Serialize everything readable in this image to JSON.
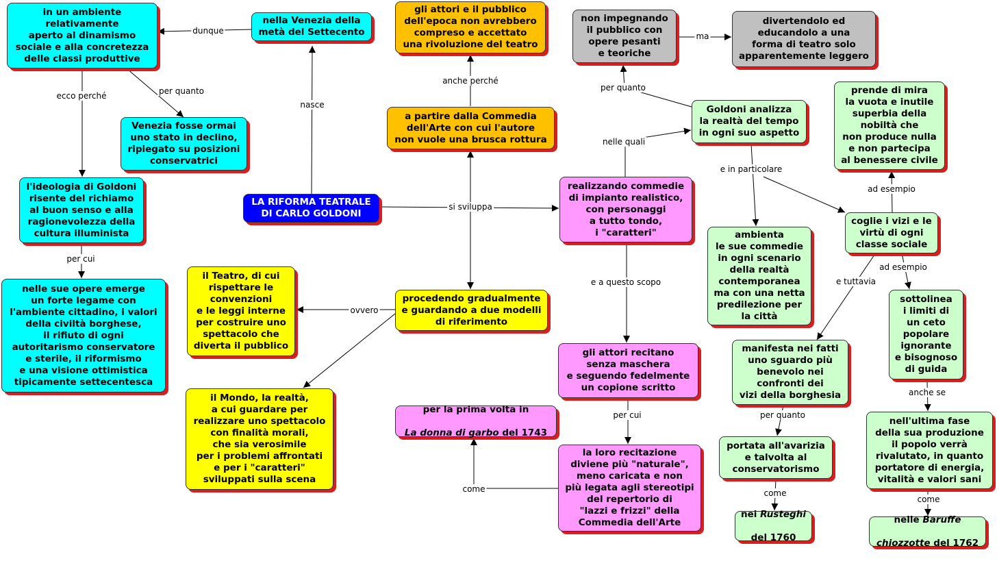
{
  "nodes": {
    "n_ambiente": "in un ambiente\nrelativamente\naperto al dinamismo\nsociale e alla concretezza\ndelle classi produttive",
    "n_venezia_meta": "nella Venezia della\nmetà del Settecento",
    "n_attori_pubblico": "gli attori e il pubblico\ndell'epoca non avrebbero\ncompreso e accettato\nuna rivoluzione del teatro",
    "n_non_impegnando": "non impegnando\nil pubblico con\nopere pesanti\ne teoriche",
    "n_divertendolo": "divertendolo ed\neducandolo a una\nforma di teatro solo\napparentemente leggero",
    "n_venezia_declino": "Venezia fosse ormai\nuno stato in declino,\nripiegato su posizioni\nconservatrici",
    "n_commedia_arte": "a partire dalla Commedia\ndell'Arte con cui l'autore\nnon vuole una brusca rottura",
    "n_goldoni_analizza": "Goldoni analizza\nla realtà del tempo\nin ogni suo aspetto",
    "n_prende_mira": "prende di mira\nla vuota e inutile\nsuperbia della\nnobiltà che\nnon produce nulla\ne non partecipa\nal benessere civile",
    "n_ideologia": "l'ideologia di Goldoni\nrisente del richiamo\nal buon senso e alla\nragionevolezza della\ncultura illuminista",
    "n_riforma": "LA RIFORMA TEATRALE\nDI CARLO GOLDONI",
    "n_realizzando": "realizzando commedie\ndi impianto realistico,\ncon personaggi\na tutto tondo,\ni \"caratteri\"",
    "n_ambienta": "ambienta\nle sue commedie\nin ogni scenario\ndella realtà\ncontemporanea\nma con una netta\npredilezione per\nla città",
    "n_coglie": "coglie i vizi e le\nvirtù di ogni\nclasse sociale",
    "n_nelle_opere": "nelle sue opere emerge\nun forte legame con\nl'ambiente cittadino, i valori\ndella civiltà borghese,\nil rifiuto di ogni\nautoritarismo conservatore\ne sterile, il riformismo\ne una visione ottimistica\ntipicamente settecentesca",
    "n_teatro": "il Teatro, di cui\nrispettare le\nconvenzioni\ne le leggi interne\nper costruire uno\nspettacolo che\ndiverta il pubblico",
    "n_procedendo": "procedendo gradualmente\ne guardando a due modelli\ndi riferimento",
    "n_sottolinea": "sottolinea\ni limiti di\nun ceto\npopolare\nignorante\ne bisognoso\ndi guida",
    "n_attori_recitano": "gli attori recitano\nsenza maschera\ne seguendo fedelmente\nun copione scritto",
    "n_manifesta": "manifesta nei fatti\nuno sguardo più\nbenevolo nei\nconfronti dei\nvizi della borghesia",
    "n_mondo": "il Mondo, la realtà,\na cui guardare per\nrealizzare uno spettacolo\ncon finalità morali,\nche sia verosimile\nper i problemi affrontati\ne per i \"caratteri\"\nsviluppati sulla scena",
    "n_donna_garbo_1": "per la prima volta in",
    "n_donna_garbo_title": "La donna di garbo",
    "n_donna_garbo_2": " del 1743",
    "n_ultima_fase": "nell'ultima fase\ndella sua produzione\nil popolo verrà\nrivalutato, in quanto\nportatore di energia,\nvitalità e valori sani",
    "n_portata": "portata all'avarizia\ne talvolta al\nconservatorismo",
    "n_recitazione": "la loro recitazione\ndiviene più \"naturale\",\nmeno caricata e non\npiù legata agli stereotipi\ndel repertorio di\n\"lazzi e frizzi\" della\nCommedia dell'Arte",
    "n_rusteghi_1": "nei ",
    "n_rusteghi_title": "Rusteghi",
    "n_rusteghi_2": "del 1760",
    "n_baruffe_1": "nelle ",
    "n_baruffe_title": "Baruffe",
    "n_baruffe_title2": "chiozzotte",
    "n_baruffe_2": " del 1762"
  },
  "links": {
    "dunque": "dunque",
    "nasce": "nasce",
    "ecco_perche": "ecco perché",
    "per_quanto_1": "per quanto",
    "anche_perche": "anche perché",
    "ma": "ma",
    "per_quanto_2": "per quanto",
    "nelle_quali": "nelle quali",
    "e_in_particolare": "e in particolare",
    "ad_esempio_1": "ad esempio",
    "si_sviluppa": "si sviluppa",
    "per_cui_1": "per cui",
    "ad_esempio_2": "ad esempio",
    "e_a_questo_scopo": "e a questo scopo",
    "e_tuttavia": "e tuttavia",
    "ovvero": "ovvero",
    "per_quanto_3": "per quanto",
    "anche_se": "anche se",
    "per_cui_2": "per cui",
    "come_1": "come",
    "come_2": "come",
    "come_3": "come"
  },
  "colors": {
    "cyan": "#00ffff",
    "orange": "#ffc000",
    "yellow": "#ffff00",
    "pink": "#ff99ff",
    "green": "#ccffcc",
    "gray": "#c0c0c0",
    "central": "#0000ff",
    "shadow": "#d81e1e"
  }
}
